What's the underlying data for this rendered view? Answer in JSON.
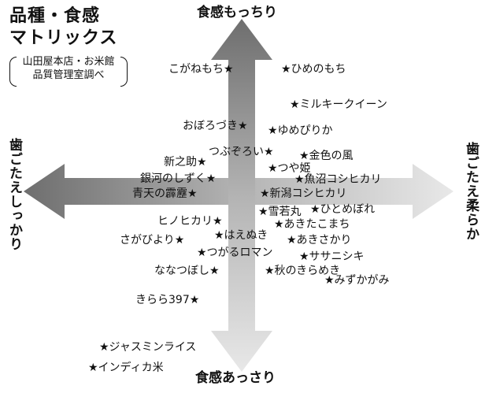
{
  "title": {
    "line1": "品種・食感",
    "line2": "マトリックス"
  },
  "source": {
    "line1": "山田屋本店・お米館",
    "line2": "品質管理室調べ"
  },
  "axes": {
    "top": "食感もっちり",
    "bottom": "食感あっさり",
    "left": "歯ごたえしっかり",
    "right": "歯ごたえ柔らか"
  },
  "varieties": [
    "こがねもち★",
    "★ひめのもち",
    "★ミルキークイーン",
    "おぼろづき★",
    "★ゆめぴりか",
    "つぶぞろい★",
    "★金色の風",
    "新之助★",
    "★つや姫",
    "銀河のしずく★",
    "★魚沼コシヒカリ",
    "青天の霹靂★",
    "★新潟コシヒカリ",
    "★雪若丸",
    "★ひとめぼれ",
    "ヒノヒカリ★",
    "★あきたこまち",
    "★はえぬき",
    "さがびより★",
    "★あきさかり",
    "★つがるロマン",
    "★ササニシキ",
    "ななつぼし★",
    "★秋のきらめき",
    "★みずかがみ",
    "きらら397★",
    "★ジャスミンライス",
    "★インディカ米"
  ]
}
